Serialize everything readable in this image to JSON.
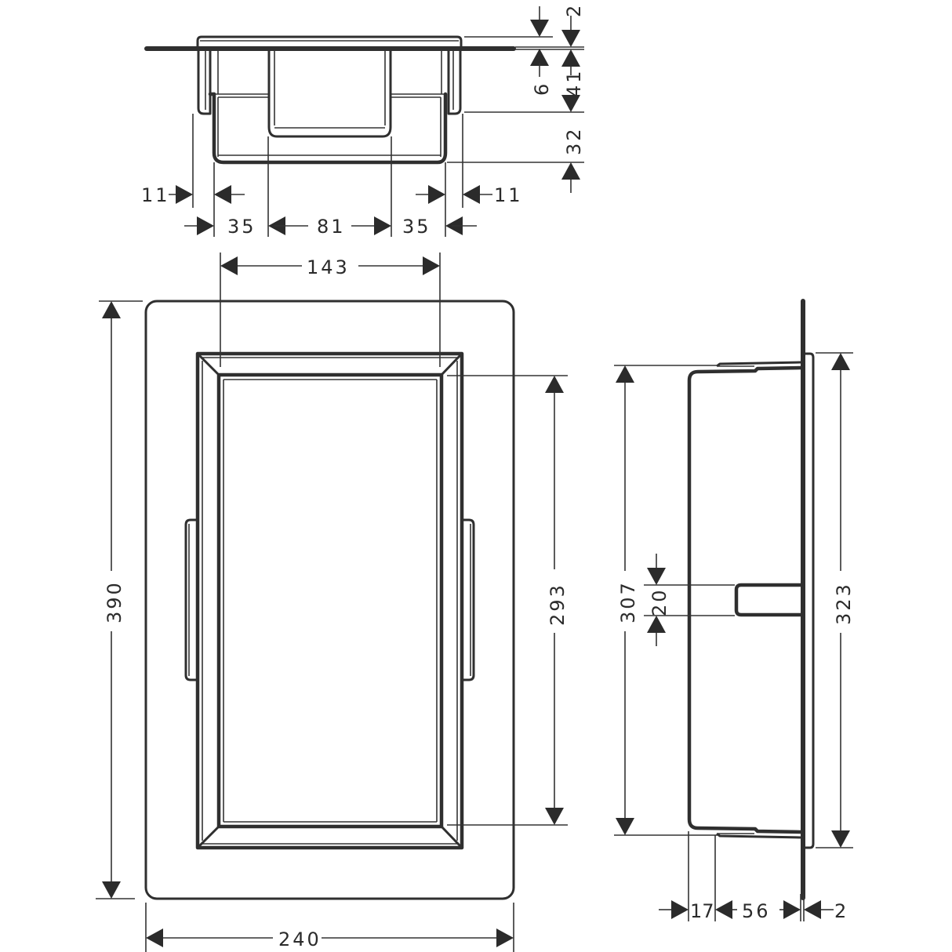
{
  "drawing": {
    "type": "technical-dimension-drawing",
    "units": "mm",
    "colors": {
      "line": "#2f2f2f",
      "background": "#ffffff"
    }
  },
  "views": {
    "top_view": {
      "dimensions": {
        "left_offset": "11",
        "right_offset": "11",
        "left_section": "35",
        "center_section": "81",
        "right_section": "35",
        "top_lip": "2",
        "wall_thickness": "6",
        "upper_depth": "41",
        "lower_depth": "32"
      }
    },
    "front_view": {
      "dimensions": {
        "inner_width": "143",
        "overall_height": "390",
        "inner_height": "293",
        "overall_width": "240"
      }
    },
    "side_view": {
      "dimensions": {
        "body_height": "307",
        "shelf_thickness": "20",
        "flange_height": "323",
        "front_step": "17",
        "body_depth": "56",
        "flange_thickness": "2"
      }
    }
  }
}
